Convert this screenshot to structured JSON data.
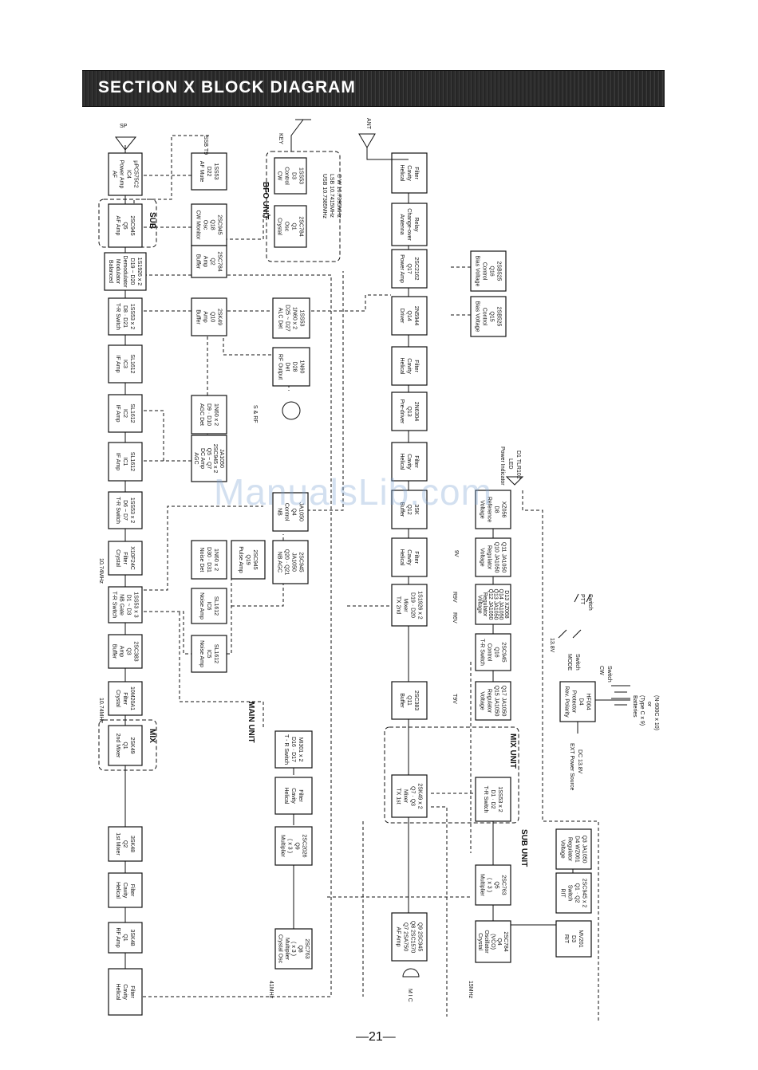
{
  "title": "SECTION X  BLOCK DIAGRAM",
  "page_number": "—21—",
  "watermark": "ManualsLib.com",
  "units": {
    "main": "MAIN UNIT",
    "sub": "SUB UNIT",
    "mix": "MIX UNIT",
    "bfo": "BFO UNIT",
    "sub_box": "SUB",
    "mix_box": "MIX"
  },
  "blocks": [
    {
      "id": "helical-in",
      "lines": [
        "Helical",
        "Cavity",
        "Filter"
      ]
    },
    {
      "id": "rf-amp",
      "lines": [
        "RF Amp",
        "Q1",
        "3SK48"
      ]
    },
    {
      "id": "helical-2",
      "lines": [
        "Helical",
        "Cavity",
        "Filter"
      ]
    },
    {
      "id": "mixer1",
      "lines": [
        "1st Mixer",
        "Q2",
        "3SK48"
      ]
    },
    {
      "id": "mixer2",
      "lines": [
        "2nd Mixer",
        "Q1",
        "2SK49"
      ]
    },
    {
      "id": "xtal1",
      "lines": [
        "Crystal",
        "Filter",
        "10M20A1"
      ]
    },
    {
      "id": "buf-q3",
      "lines": [
        "Buffer",
        "Amp",
        "Q3",
        "2SC383"
      ]
    },
    {
      "id": "tr-nb",
      "lines": [
        "T-R Switch",
        "NB Gate",
        "D1 ~ D3",
        "1SS53 x 3"
      ]
    },
    {
      "id": "xtal2",
      "lines": [
        "Crystal",
        "Filter",
        "X10F24C"
      ]
    },
    {
      "id": "tr-d6",
      "lines": [
        "T-R Switch",
        "D6 ~ D7",
        "1SS53 x 2"
      ]
    },
    {
      "id": "if1",
      "lines": [
        "IF Amp",
        "IC1",
        "SL1612"
      ]
    },
    {
      "id": "if2",
      "lines": [
        "IF Amp",
        "IC2",
        "SL1612"
      ]
    },
    {
      "id": "if3",
      "lines": [
        "IF Amp",
        "IC3",
        "SL1612"
      ]
    },
    {
      "id": "tr-d8",
      "lines": [
        "T-R Switch",
        "D8 · D21",
        "1SS53 x 2"
      ]
    },
    {
      "id": "balmod",
      "lines": [
        "Balanced",
        "Modulator",
        "Demodulator",
        "D19 ~ D20",
        "1S1926 x 2"
      ]
    },
    {
      "id": "afamp",
      "lines": [
        "AF Amp",
        "Q5",
        "2SC945"
      ]
    },
    {
      "id": "afpa",
      "lines": [
        "AF",
        "Power Amp",
        "IC4",
        "µPC575C2"
      ]
    },
    {
      "id": "afmute",
      "lines": [
        "AF Mute",
        "D22",
        "1SS53"
      ]
    },
    {
      "id": "cwmon",
      "lines": [
        "CW Monitor",
        "Osc",
        "Q18",
        "2SC945"
      ]
    },
    {
      "id": "buf-q2",
      "lines": [
        "Buffer",
        "Amp",
        "Q2",
        "2SC784"
      ]
    },
    {
      "id": "cwctl",
      "lines": [
        "CW",
        "Control",
        "D3",
        "1SS53"
      ]
    },
    {
      "id": "bfoosc",
      "lines": [
        "Crystal",
        "Osc",
        "Q1",
        "2SC784"
      ]
    },
    {
      "id": "buf-q10",
      "lines": [
        "Buffer",
        "Amp",
        "Q10",
        "2SK49"
      ]
    },
    {
      "id": "alcdet",
      "lines": [
        "ALC Det",
        "D25 ~ D27",
        "1N60 x 2",
        "1SS53"
      ]
    },
    {
      "id": "rfout",
      "lines": [
        "RF Output",
        "Det",
        "D28",
        "1N60"
      ]
    },
    {
      "id": "agcdet",
      "lines": [
        "AGC Det",
        "D9 · D10",
        "1N60 x 2"
      ]
    },
    {
      "id": "agcamp",
      "lines": [
        "AGC",
        "DC Amp",
        "Q5 ~ Q7",
        "2SC945 x 2",
        "JA1050"
      ]
    },
    {
      "id": "nbctl",
      "lines": [
        "NB",
        "Control",
        "Q4",
        "JA1050"
      ]
    },
    {
      "id": "noisedet",
      "lines": [
        "Noise Det",
        "D30 · D31",
        "1N60 x 2"
      ]
    },
    {
      "id": "pulse",
      "lines": [
        "Pulse Amp",
        "Q19",
        "2SC945"
      ]
    },
    {
      "id": "nbagc",
      "lines": [
        "NB AGC",
        "Q20 · Q21",
        "JA1050",
        "2SC945"
      ]
    },
    {
      "id": "noiseamp6",
      "lines": [
        "Noise Amp",
        "IC6",
        "SL1612"
      ]
    },
    {
      "id": "noiseamp5",
      "lines": [
        "Noise Amp",
        "IC5",
        "SL1612"
      ]
    },
    {
      "id": "trsw-d16",
      "lines": [
        "T - R Switch",
        "D16 · D17",
        "MI301 x 2"
      ]
    },
    {
      "id": "helical-3",
      "lines": [
        "Helical",
        "Cavity",
        "Filter"
      ]
    },
    {
      "id": "mult-q9",
      "lines": [
        "Multiplier",
        "( x 3 )",
        "Q9",
        "2SC2026"
      ]
    },
    {
      "id": "xosc-q8",
      "lines": [
        "Crystal Osc",
        "Multiplier",
        "( x 3 )",
        "Q8",
        "2SC763"
      ]
    },
    {
      "id": "helical-ant",
      "lines": [
        "Helical",
        "Cavity",
        "Filter"
      ]
    },
    {
      "id": "ant-relay",
      "lines": [
        "Antenna",
        "Change-over",
        "Relay"
      ]
    },
    {
      "id": "pa-q17",
      "lines": [
        "Power Amp",
        "Q17",
        "2SC2162"
      ]
    },
    {
      "id": "drv-q14",
      "lines": [
        "Driver",
        "Q14",
        "2N5944"
      ]
    },
    {
      "id": "helical-4",
      "lines": [
        "Helical",
        "Cavity",
        "Filter"
      ]
    },
    {
      "id": "predrv",
      "lines": [
        "Pre-driver",
        "Q13",
        "2N6304"
      ]
    },
    {
      "id": "helical-5",
      "lines": [
        "Helical",
        "Cavity",
        "Filter"
      ]
    },
    {
      "id": "buf-q12",
      "lines": [
        "Buffer",
        "Q12",
        "3SK"
      ]
    },
    {
      "id": "helical-6",
      "lines": [
        "Helical",
        "Cavity",
        "Filter"
      ]
    },
    {
      "id": "tx2mix",
      "lines": [
        "TX 2nd",
        "Mixer",
        "D19 · D20",
        "1S1926 x 2"
      ]
    },
    {
      "id": "buf-q11",
      "lines": [
        "Buffer",
        "Q11",
        "2SC383"
      ]
    },
    {
      "id": "tx1mix",
      "lines": [
        "TX 1st",
        "Mixer",
        "Q7 · Q3",
        "2SK49 x 2"
      ]
    },
    {
      "id": "mix-tr",
      "lines": [
        "T-R Switch",
        "D1 · D2",
        "1SS53 x 2"
      ]
    },
    {
      "id": "mic-amp",
      "lines": [
        "AF Amp",
        "Q7 2SA750",
        "Q8 2SC1570",
        "Q9 2SC945"
      ]
    },
    {
      "id": "bias16",
      "lines": [
        "Bias Voltage",
        "Control",
        "Q16",
        "2SB525"
      ]
    },
    {
      "id": "bias15",
      "lines": [
        "Bias Voltage",
        "Control",
        "Q15",
        "2SB525"
      ]
    },
    {
      "id": "vref",
      "lines": [
        "Voltage",
        "Reference",
        "D8",
        "XZ056"
      ]
    },
    {
      "id": "vreg10",
      "lines": [
        "Voltage",
        "Regulator",
        "Q10 JA1050",
        "Q11 JA1050"
      ]
    },
    {
      "id": "vreg12",
      "lines": [
        "Voltage",
        "Regulator",
        "Q12 JA1050",
        "Q13 JA1050",
        "Q14 JA1050",
        "D13 XZ068"
      ]
    },
    {
      "id": "trctl",
      "lines": [
        "T-R Switch",
        "Control",
        "Q16",
        "2SC945"
      ]
    },
    {
      "id": "vreg15",
      "lines": [
        "Voltage",
        "Regulator",
        "Q15 JA1050",
        "Q17 JA1050"
      ]
    },
    {
      "id": "revpol",
      "lines": [
        "Rev. Polarity",
        "Protector",
        "D4",
        "HF004"
      ]
    },
    {
      "id": "vreg-sub",
      "lines": [
        "Voltage",
        "Regulator",
        "D4 WZ061",
        "Q3 JA1050"
      ]
    },
    {
      "id": "rit-sw",
      "lines": [
        "RIT",
        "Switch",
        "Q1 · Q2",
        "2SC945 x 2"
      ]
    },
    {
      "id": "rit-d3",
      "lines": [
        "RIT",
        "D3",
        "MV201"
      ]
    },
    {
      "id": "mult-q5",
      "lines": [
        "Multiplier",
        "( x 3 )",
        "Q5",
        "2SC763"
      ]
    },
    {
      "id": "vco",
      "lines": [
        "Crystal",
        "Oscillator",
        "(VCO)",
        "Q4",
        "2SC784"
      ]
    }
  ],
  "labels": {
    "sp": "SP",
    "ant": "ANT",
    "key": "KEY",
    "mic": "M I C",
    "ssb_t9": "SSB  T9",
    "sr": "S & RF",
    "f_10_74a": "10.74MHz",
    "f_10_74b": "10.74MHz",
    "f_41": "41MHz",
    "f_15": "15MHz",
    "bfo_usb": "USB 10.7385MHz",
    "bfo_lsb": "LSB 10.7415MHz",
    "bfo_cw": "C W   10.7395MHz",
    "v9": "9V",
    "r9v": "R9V",
    "r6v": "R6V",
    "t9v": "T9V",
    "v13_8": "13.8V",
    "ptt": "PTT",
    "ptt_sw": "Switch",
    "mode": "MODE",
    "mode_sw": "Switch",
    "cw": "CW",
    "cw_sw": "Switch",
    "led1": "Power Indicator",
    "led2": "LED",
    "led3": "D1 TLR102",
    "bat1": "Batteries",
    "bat2": "(Type C x 9)",
    "bat3": "or",
    "bat4": "(N-900C x 10)",
    "ext1": "EXT Power Source",
    "ext2": "DC 13.8V"
  }
}
